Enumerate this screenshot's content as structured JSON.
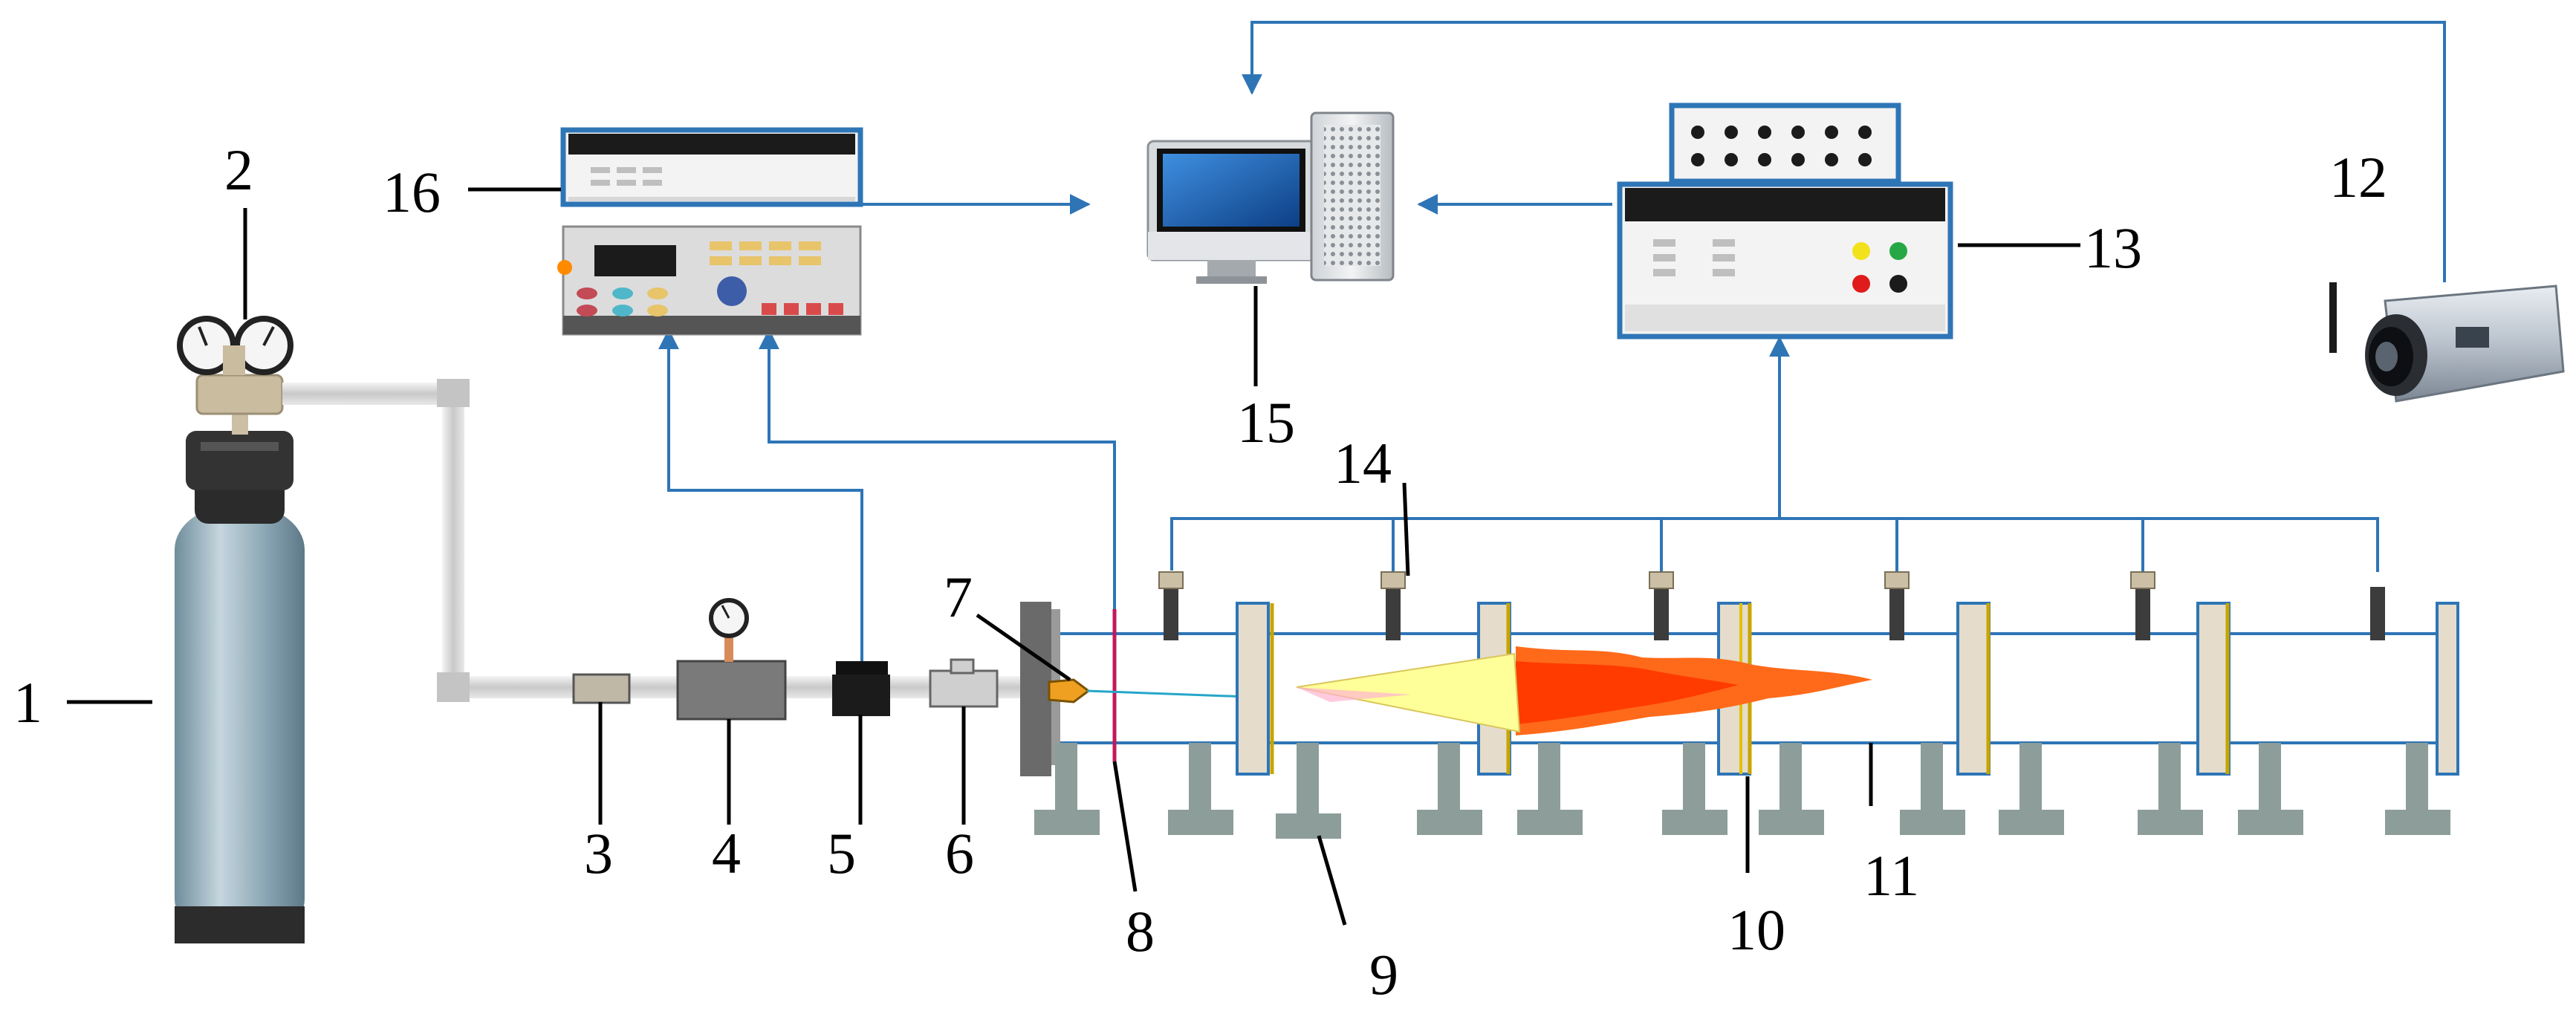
{
  "labels": {
    "n1": "1",
    "n2": "2",
    "n3": "3",
    "n4": "4",
    "n5": "5",
    "n6": "6",
    "n7": "7",
    "n8": "8",
    "n9": "9",
    "n10": "10",
    "n11": "11",
    "n12": "12",
    "n13": "13",
    "n14": "14",
    "n15": "15",
    "n16": "16"
  },
  "colors": {
    "signal_line": "#2e75b6",
    "cylinder": "#8aa6b4",
    "instrument_frame": "#2e75b6",
    "support": "#8c9d9a",
    "flange": "#e5dccb",
    "flame_inner": "#ffff99",
    "flame_outer": "#ff6a1a",
    "screen": "#1f5fae"
  },
  "icons": {
    "gas_cylinder": "gas-cylinder-icon",
    "pressure_gauge": "pressure-gauge-icon",
    "computer": "computer-icon",
    "camera": "camera-icon"
  }
}
